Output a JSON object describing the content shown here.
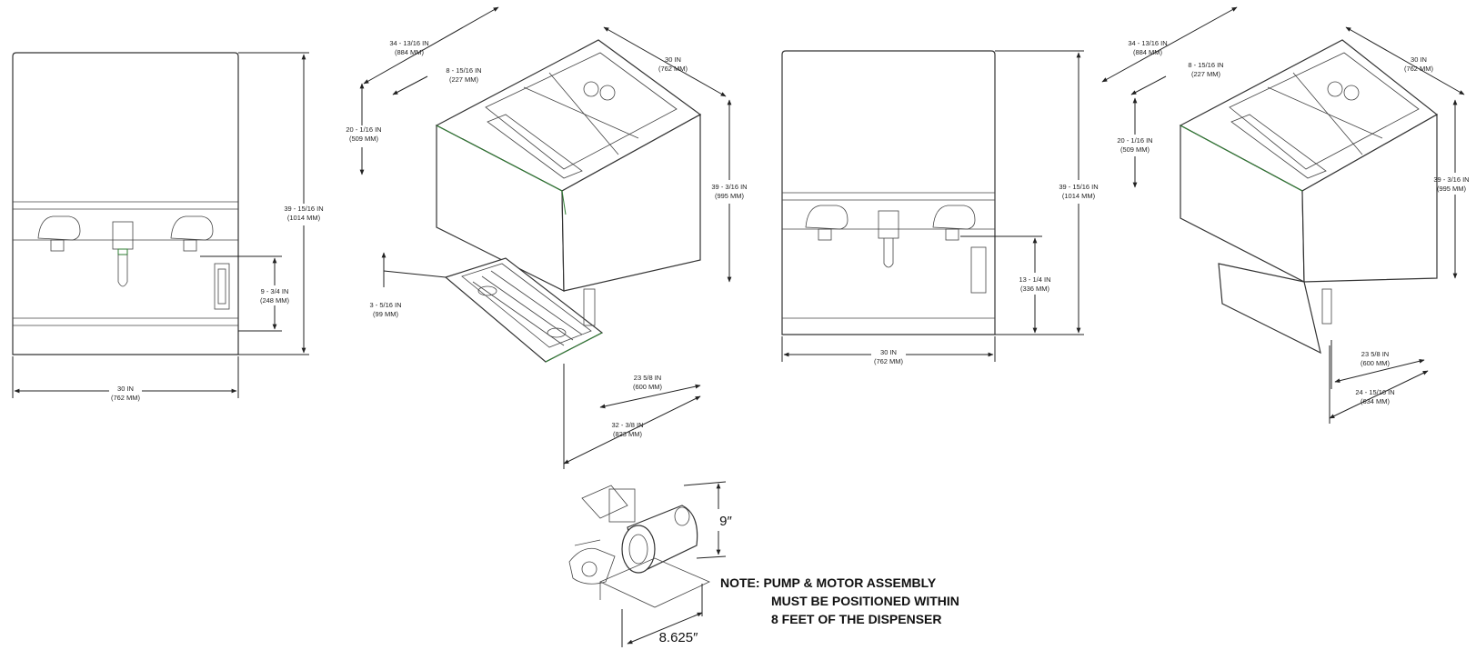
{
  "views": {
    "front_left": {
      "height_in": "39 - 15/16 IN",
      "height_mm": "(1014 MM)",
      "nozzle_in": "9 - 3/4 IN",
      "nozzle_mm": "(248 MM)",
      "width_in": "30 IN",
      "width_mm": "(762 MM)"
    },
    "iso_left": {
      "depth_top_in": "34 - 13/16 IN",
      "depth_top_mm": "(884 MM)",
      "top_offset_in": "8 - 15/16 IN",
      "top_offset_mm": "(227 MM)",
      "width_in": "30 IN",
      "width_mm": "(762 MM)",
      "upper_h_in": "20 - 1/16 IN",
      "upper_h_mm": "(509 MM)",
      "height_in": "39 - 3/16 IN",
      "height_mm": "(995 MM)",
      "tray_h_in": "3 - 5/16 IN",
      "tray_h_mm": "(99 MM)",
      "base_depth_in": "23 5/8 IN",
      "base_depth_mm": "(600 MM)",
      "total_depth_in": "32 - 3/8 IN",
      "total_depth_mm": "(823 MM)"
    },
    "front_right": {
      "height_in": "39 - 15/16 IN",
      "height_mm": "(1014 MM)",
      "nozzle_in": "13 - 1/4 IN",
      "nozzle_mm": "(336 MM)",
      "width_in": "30 IN",
      "width_mm": "(762 MM)"
    },
    "iso_right": {
      "depth_top_in": "34 - 13/16 IN",
      "depth_top_mm": "(884 MM)",
      "top_offset_in": "8 - 15/16 IN",
      "top_offset_mm": "(227 MM)",
      "width_in": "30 IN",
      "width_mm": "(762 MM)",
      "upper_h_in": "20 - 1/16 IN",
      "upper_h_mm": "(509 MM)",
      "height_in": "39 - 3/16 IN",
      "height_mm": "(995 MM)",
      "base_depth_in": "23 5/8 IN",
      "base_depth_mm": "(600 MM)",
      "total_depth_in": "24 - 15/16 IN",
      "total_depth_mm": "(634 MM)"
    },
    "pump": {
      "height": "9″",
      "length": "8.625″"
    }
  },
  "note": {
    "line1": "NOTE: PUMP & MOTOR ASSEMBLY",
    "line2": "MUST BE POSITIONED WITHIN",
    "line3": "8 FEET OF THE DISPENSER"
  }
}
